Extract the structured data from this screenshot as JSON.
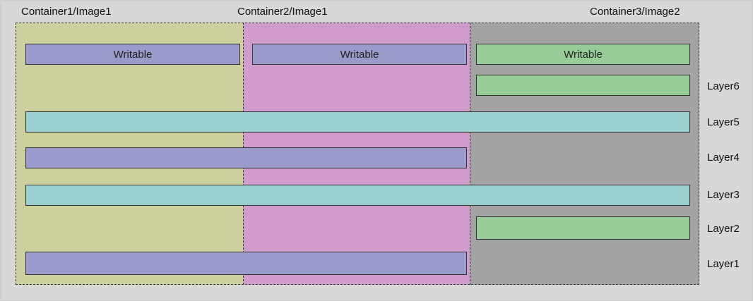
{
  "containers": [
    {
      "title": "Container1/Image1"
    },
    {
      "title": "Container2/Image1"
    },
    {
      "title": "Container3/Image2"
    }
  ],
  "writable_label": "Writable",
  "layers": [
    {
      "label": "Layer6"
    },
    {
      "label": "Layer5"
    },
    {
      "label": "Layer4"
    },
    {
      "label": "Layer3"
    },
    {
      "label": "Layer2"
    },
    {
      "label": "Layer1"
    }
  ],
  "colors": {
    "container1": "#cdd19f",
    "container2": "#cf9ccb",
    "container3": "#a3a3a3",
    "purple_bar": "#9a9bcb",
    "green_bar": "#98cc99",
    "cyan_bar": "#9ccfcf"
  }
}
